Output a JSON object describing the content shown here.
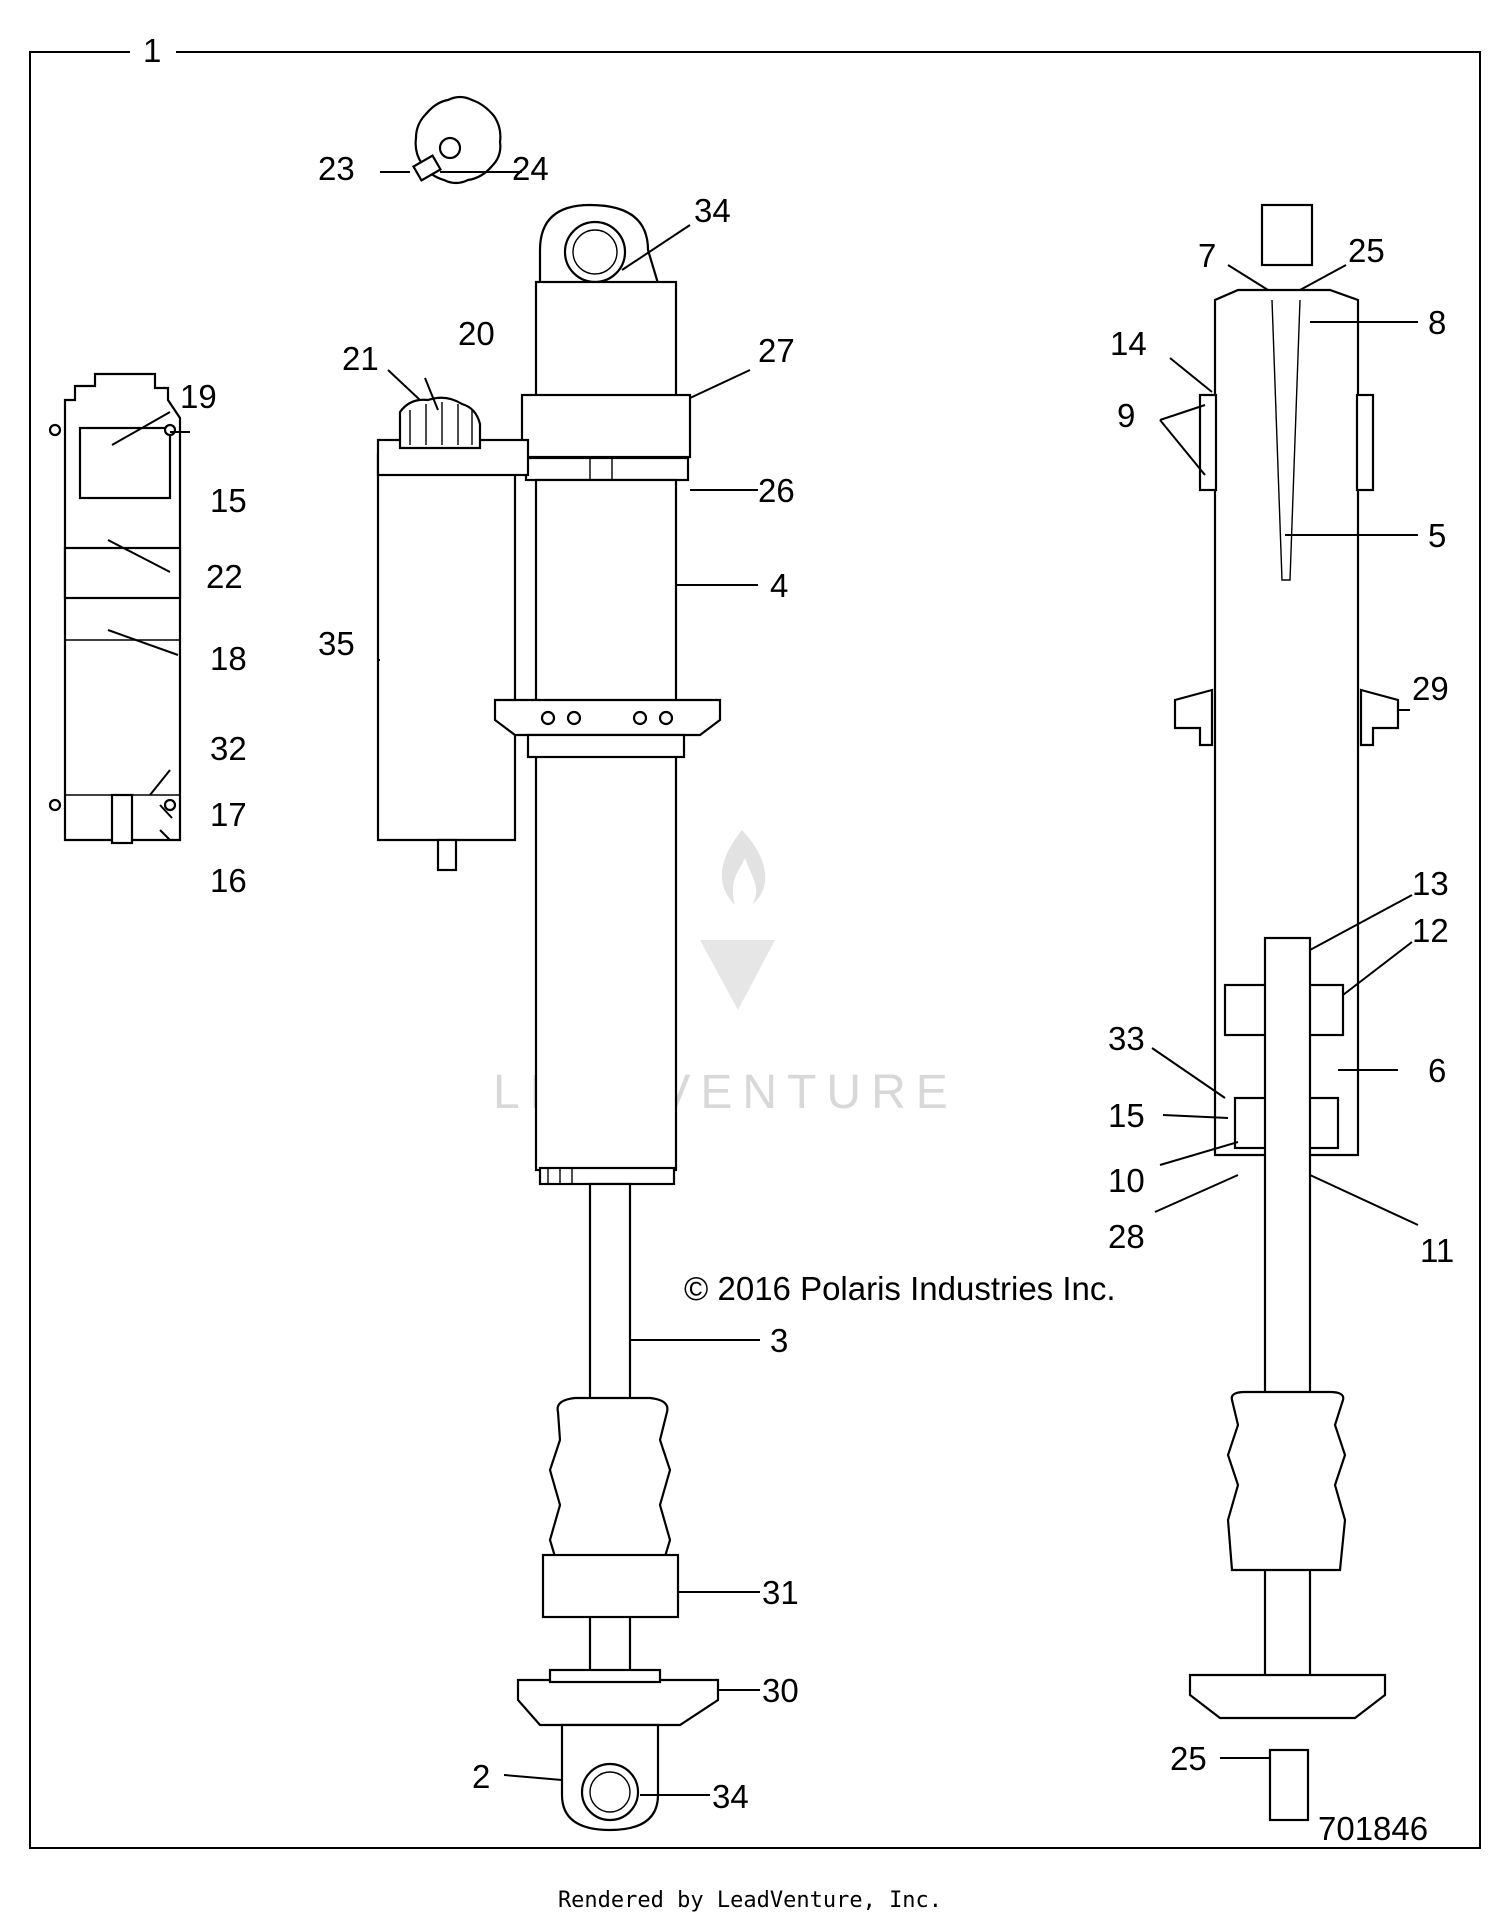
{
  "diagram": {
    "copyright": "© 2016 Polaris Industries Inc.",
    "watermark": "LEADVENTURE",
    "figure_number": "701846",
    "render_credit": "Rendered by LeadVenture, Inc.",
    "callouts": {
      "c1": "1",
      "c2": "2",
      "c3": "3",
      "c4": "4",
      "c5": "5",
      "c6": "6",
      "c7": "7",
      "c8": "8",
      "c9": "9",
      "c10": "10",
      "c11": "11",
      "c12": "12",
      "c13": "13",
      "c14": "14",
      "c15a": "15",
      "c15b": "15",
      "c16": "16",
      "c17": "17",
      "c18": "18",
      "c19": "19",
      "c20": "20",
      "c21": "21",
      "c22": "22",
      "c23": "23",
      "c24": "24",
      "c25a": "25",
      "c25b": "25",
      "c26": "26",
      "c27": "27",
      "c28": "28",
      "c29": "29",
      "c30": "30",
      "c31": "31",
      "c32": "32",
      "c33": "33",
      "c34a": "34",
      "c34b": "34",
      "c35": "35"
    }
  }
}
